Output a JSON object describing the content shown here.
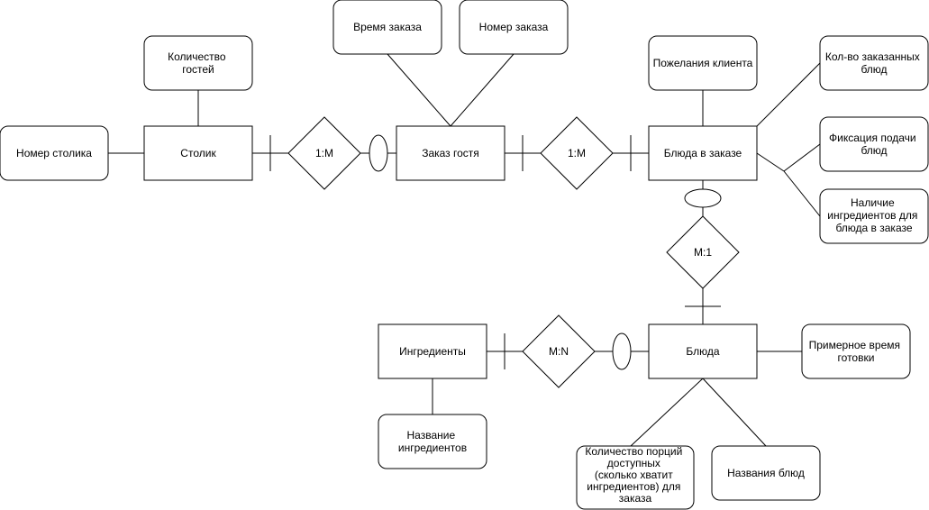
{
  "entities": {
    "stolik": "Столик",
    "zakaz_gostya": "Заказ гостя",
    "blyuda_v_zakaze": "Блюда в заказе",
    "blyuda": "Блюда",
    "ingredienty": "Ингредиенты"
  },
  "attributes": {
    "nomer_stolika": "Номер столика",
    "kolichestvo_gostey": [
      "Количество",
      "гостей"
    ],
    "vremya_zakaza": "Время заказа",
    "nomer_zakaza": "Номер заказа",
    "pozhelaniya_klienta": "Пожелания клиента",
    "kol_vo_zakazannyh": [
      "Кол-во заказанных",
      "блюд"
    ],
    "fiksaciya_podachi": [
      "Фиксация подачи",
      "блюд"
    ],
    "nalichie_ingredientov": [
      "Наличие",
      "ингредиентов для",
      "блюда в заказе"
    ],
    "primernoe_vremya": [
      "Примерное время",
      "готовки"
    ],
    "kolichestvo_porciy": [
      "Количество порций",
      "доступных",
      "(сколько хватит",
      "ингредиентов) для",
      "заказа"
    ],
    "nazvaniya_blyud": "Названия блюд",
    "nazvanie_ingredientov": [
      "Название",
      "ингредиентов"
    ]
  },
  "relationships": {
    "r_stolik_zakaz": "1:M",
    "r_zakaz_blyuda": "1:M",
    "r_blyudavz_blyuda": "M:1",
    "r_ingr_blyuda": "M:N"
  }
}
